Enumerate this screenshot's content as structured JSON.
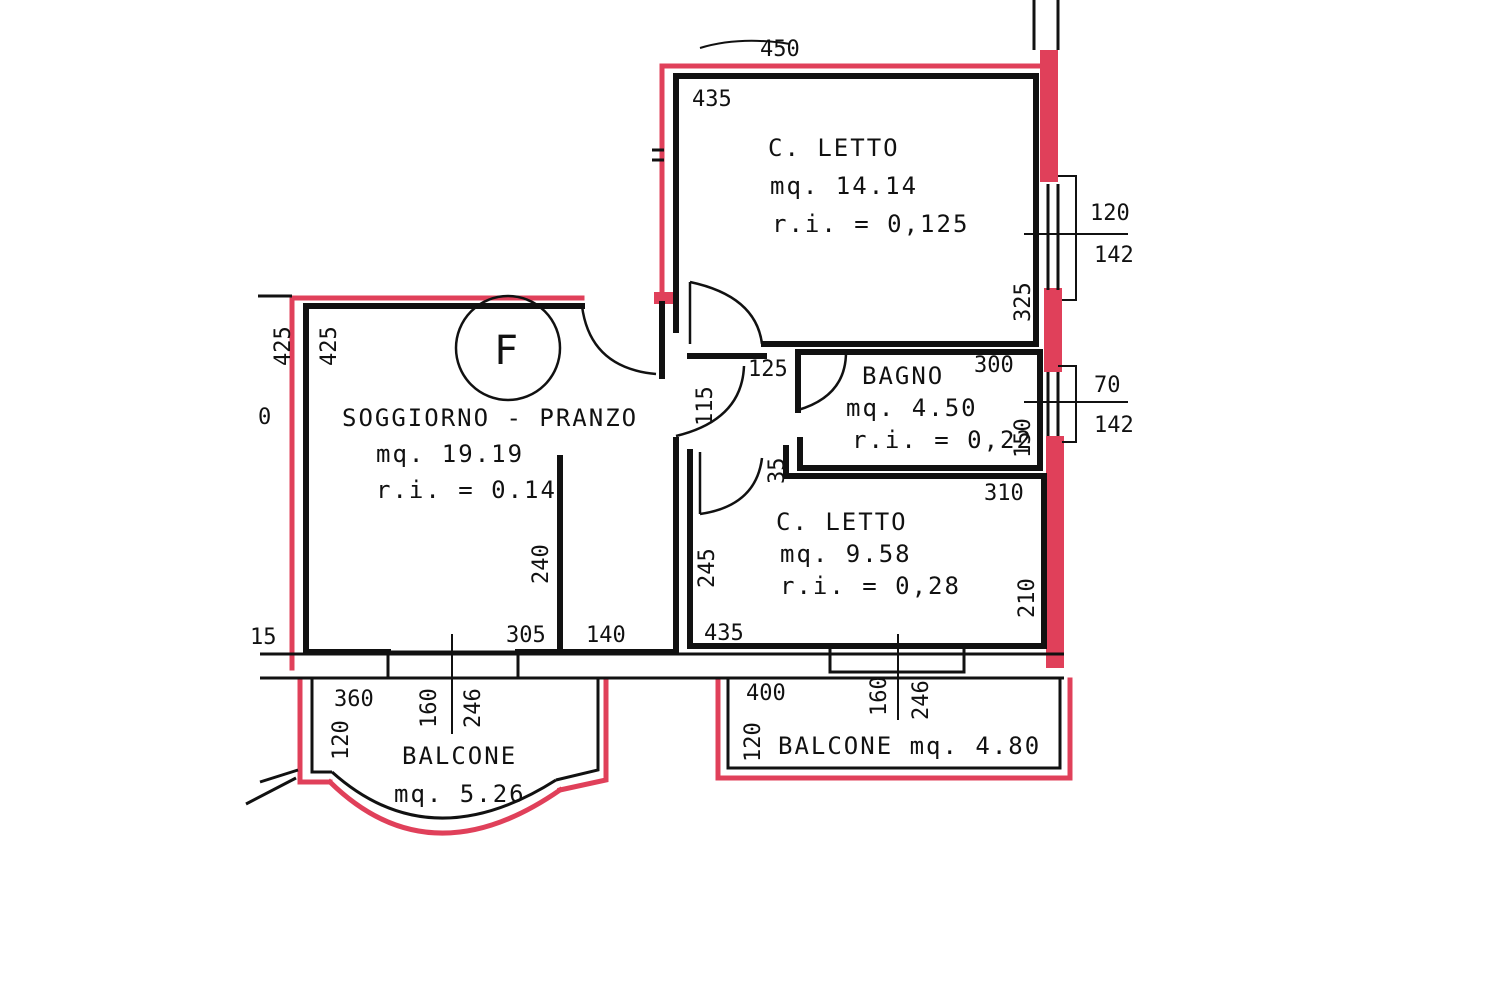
{
  "colors": {
    "wall": "#111111",
    "highlight": "#e0405a",
    "paper": "#ffffff"
  },
  "rooms": {
    "bedroom1": {
      "name": "C. LETTO",
      "area": "mq.  14.14",
      "ri": "r.i. =  0,125"
    },
    "bathroom": {
      "name": "BAGNO",
      "area": "mq. 4.50",
      "ri": "r.i. = 0,22"
    },
    "living": {
      "name": "SOGGIORNO - PRANZO",
      "area": "mq. 19.19",
      "ri": "r.i. =  0.14"
    },
    "bedroom2": {
      "name": "C. LETTO",
      "area": "mq. 9.58",
      "ri": "r.i. = 0,28"
    },
    "balcony1": {
      "name": "BALCONE",
      "area": "mq. 5.26"
    },
    "balcony2": {
      "name": "BALCONE  mq. 4.80"
    }
  },
  "marker": "F",
  "dimensions": {
    "d450": "450",
    "d435a": "435",
    "d120a": "120",
    "d142a": "142",
    "d325": "325",
    "d425a": "425",
    "d425b": "425",
    "d0": "0",
    "d125": "125",
    "d300": "300",
    "d115": "115",
    "d70": "70",
    "d142b": "142",
    "d150": "150",
    "d35": "35",
    "d310": "310",
    "d240": "240",
    "d245": "245",
    "d210": "210",
    "d305": "305",
    "d140": "140",
    "d435b": "435",
    "d15": "15",
    "d360": "360",
    "d160a": "160",
    "d246a": "246",
    "d120b": "120",
    "d400": "400",
    "d160b": "160",
    "d246b": "246",
    "d120c": "120"
  }
}
